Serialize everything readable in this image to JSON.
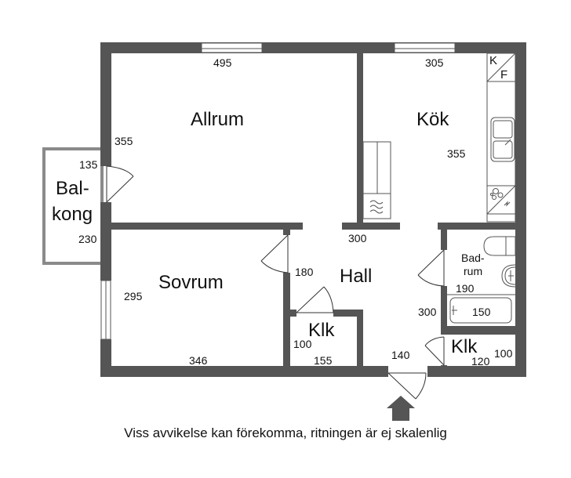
{
  "floorplan": {
    "rooms": {
      "allrum": {
        "name": "Allrum",
        "width_dim": "495",
        "depth_dim": "355"
      },
      "kok": {
        "name": "Kök",
        "width_dim": "305",
        "depth_dim": "355",
        "fridge_freezer_top": "K",
        "fridge_freezer_bottom": "F"
      },
      "balkong": {
        "name_line1": "Bal-",
        "name_line2": "kong",
        "dim_a": "135",
        "dim_b": "230"
      },
      "sovrum": {
        "name": "Sovrum",
        "width_dim": "346",
        "depth_dim": "295"
      },
      "hall": {
        "name": "Hall",
        "dim_top": "300",
        "dim_left": "180",
        "dim_right": "300",
        "dim_entrance": "140"
      },
      "klk_left": {
        "name": "Klk",
        "dim_a": "100",
        "dim_b": "155"
      },
      "badrum": {
        "name_line1": "Bad-",
        "name_line2": "rum",
        "dim_width": "190",
        "dim_bathtub": "150"
      },
      "klk_right": {
        "name": "Klk",
        "dim_a": "120",
        "dim_b": "100"
      }
    },
    "entrance_icon": "entrance-arrow-up",
    "colors": {
      "wall": "#555555",
      "balcony_outline": "#8a8a8a",
      "background": "#ffffff",
      "text": "#111111"
    }
  },
  "caption": "Viss avvikelse kan förekomma, ritningen är ej skalenlig"
}
